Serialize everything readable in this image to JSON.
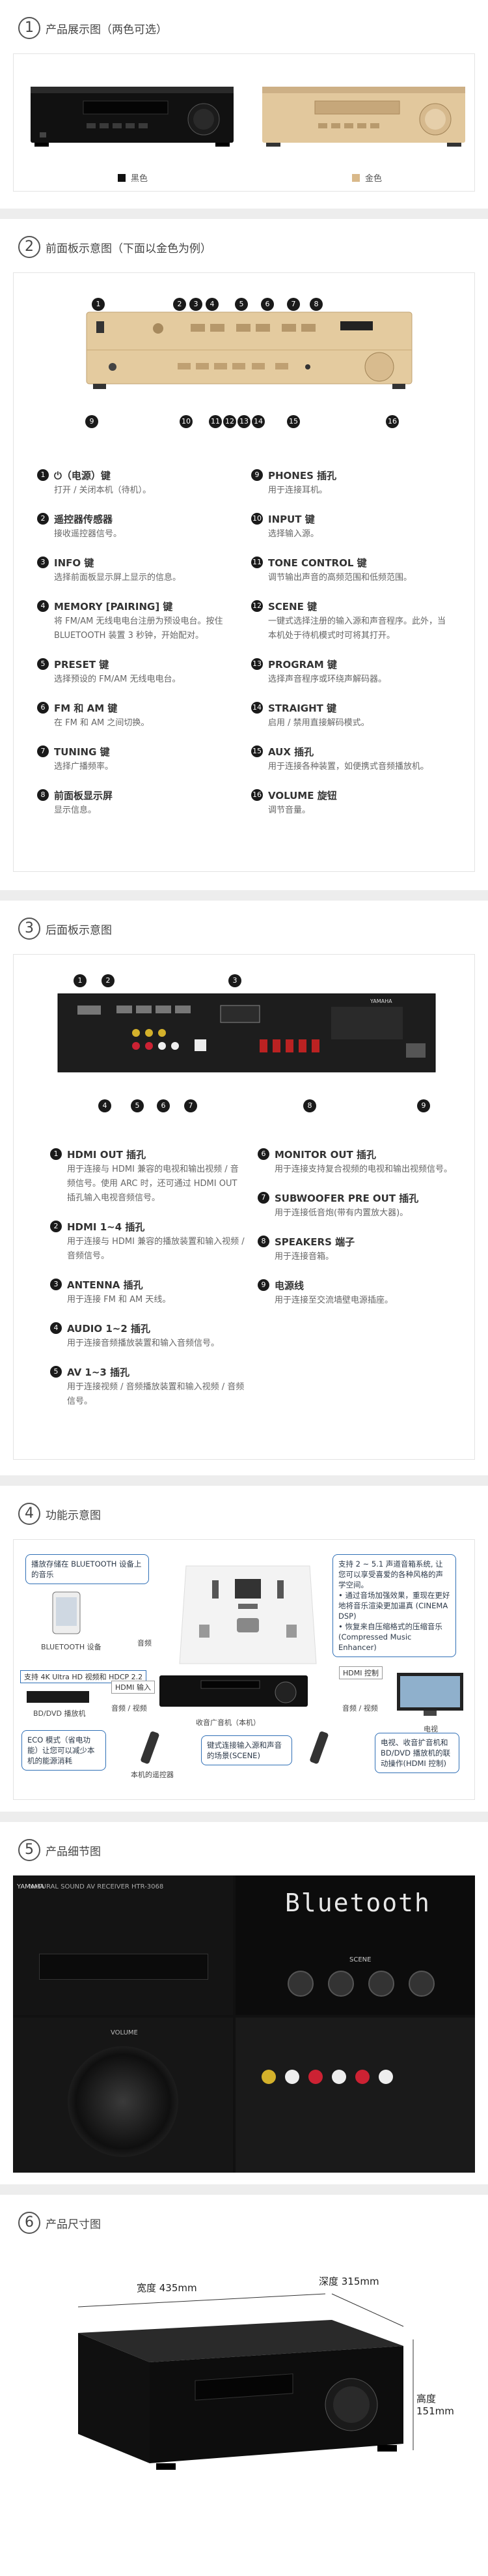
{
  "sections": [
    {
      "num": "1",
      "title": "产品展示图（两色可选）"
    },
    {
      "num": "2",
      "title": "前面板示意图（下面以金色为例）"
    },
    {
      "num": "3",
      "title": "后面板示意图"
    },
    {
      "num": "4",
      "title": "功能示意图"
    },
    {
      "num": "5",
      "title": "产品细节图"
    },
    {
      "num": "6",
      "title": "产品尺寸图"
    }
  ],
  "colors": {
    "black_label": "黑色",
    "gold_label": "金色",
    "black_hex": "#111111",
    "gold_hex": "#d9b98a",
    "accent": "#2f6fb6"
  },
  "front_items_left": [
    {
      "n": "1",
      "title": "⏻（电源）键",
      "desc": "打开 / 关闭本机（待机）。"
    },
    {
      "n": "2",
      "title": "遥控器传感器",
      "desc": "接收遥控器信号。"
    },
    {
      "n": "3",
      "title": "INFO 键",
      "desc": "选择前面板显示屏上显示的信息。"
    },
    {
      "n": "4",
      "title": "MEMORY [PAIRING] 键",
      "desc": "将 FM/AM 无线电电台注册为预设电台。按住 BLUETOOTH 装置 3 秒钟，开始配对。"
    },
    {
      "n": "5",
      "title": "PRESET 键",
      "desc": "选择预设的 FM/AM 无线电电台。"
    },
    {
      "n": "6",
      "title": "FM 和 AM 键",
      "desc": "在 FM 和 AM 之间切换。"
    },
    {
      "n": "7",
      "title": "TUNING 键",
      "desc": "选择广播频率。"
    },
    {
      "n": "8",
      "title": "前面板显示屏",
      "desc": "显示信息。"
    }
  ],
  "front_items_right": [
    {
      "n": "9",
      "title": "PHONES 插孔",
      "desc": "用于连接耳机。"
    },
    {
      "n": "10",
      "title": "INPUT 键",
      "desc": "选择输入源。"
    },
    {
      "n": "11",
      "title": "TONE CONTROL 键",
      "desc": "调节输出声音的高频范围和低频范围。"
    },
    {
      "n": "12",
      "title": "SCENE 键",
      "desc": "一键式选择注册的输入源和声音程序。此外，当本机处于待机模式时可将其打开。"
    },
    {
      "n": "13",
      "title": "PROGRAM 键",
      "desc": "选择声音程序或环绕声解码器。"
    },
    {
      "n": "14",
      "title": "STRAIGHT 键",
      "desc": "启用 / 禁用直接解码模式。"
    },
    {
      "n": "15",
      "title": "AUX 插孔",
      "desc": "用于连接各种装置，如便携式音频播放机。"
    },
    {
      "n": "16",
      "title": "VOLUME 旋钮",
      "desc": "调节音量。"
    }
  ],
  "rear_items_left": [
    {
      "n": "1",
      "title": "HDMI OUT 插孔",
      "desc": "用于连接与 HDMI 兼容的电视和输出视频 / 音频信号。使用 ARC 时，还可通过 HDMI OUT 插孔输入电视音频信号。"
    },
    {
      "n": "2",
      "title": "HDMI 1~4 插孔",
      "desc": "用于连接与 HDMI 兼容的播放装置和输入视频 / 音频信号。"
    },
    {
      "n": "3",
      "title": "ANTENNA 插孔",
      "desc": "用于连接 FM 和 AM 天线。"
    },
    {
      "n": "4",
      "title": "AUDIO 1~2 插孔",
      "desc": "用于连接音频播放装置和输入音频信号。"
    },
    {
      "n": "5",
      "title": "AV 1~3 插孔",
      "desc": "用于连接视频 / 音频播放装置和输入视频 / 音频信号。"
    }
  ],
  "rear_items_right": [
    {
      "n": "6",
      "title": "MONITOR OUT 插孔",
      "desc": "用于连接支持复合视频的电视和输出视频信号。"
    },
    {
      "n": "7",
      "title": "SUBWOOFER PRE OUT 插孔",
      "desc": "用于连接低音炮(带有内置放大器)。"
    },
    {
      "n": "8",
      "title": "SPEAKERS 端子",
      "desc": "用于连接音箱。"
    },
    {
      "n": "9",
      "title": "电源线",
      "desc": "用于连接至交流墙壁电源插座。"
    }
  ],
  "function": {
    "bt_note": "播放存储在 BLUETOOTH 设备上的音乐",
    "bt_device": "BLUETOOTH 设备",
    "surround_note": "支持 2 ~ 5.1 声道音箱系统, 让您可以享受喜爱的各种风格的声学空间。",
    "surround_b1": "• 通过音场加强效果，重现在更好地将音乐渲染更加逼真 (CINEMA DSP)",
    "surround_b2": "• 恢复来自压缩格式的压缩音乐 (Compressed Music Enhancer)",
    "uhd_note": "支持 4K Ultra HD 视频和 HDCP 2.2",
    "hdmi_in": "HDMI 输入",
    "player": "BD/DVD 播放机",
    "audio": "音频",
    "audio_video": "音频 / 视频",
    "hdmi_ctrl": "HDMI 控制",
    "tv": "电视",
    "receiver": "收音广音机（本机）",
    "remote_note": "本机的遥控器",
    "eco_note": "ECO 模式（省电功能）让您可以减少本机的能源消耗",
    "scene_note": "键式连接输入源和声音的场景(SCENE)",
    "hdmi_link_note": "电视、收音扩音机和 BD/DVD 播放机的联动操作(HDMI 控制)"
  },
  "details": {
    "display_text": "Bluetooth",
    "scene_label": "SCENE",
    "volume_label": "VOLUME",
    "brand": "YAMAHA",
    "model_caption": "NATURAL SOUND AV RECEIVER  HTR-3068"
  },
  "dimensions": {
    "width": "宽度 435mm",
    "depth": "深度 315mm",
    "height": "高度 151mm"
  }
}
